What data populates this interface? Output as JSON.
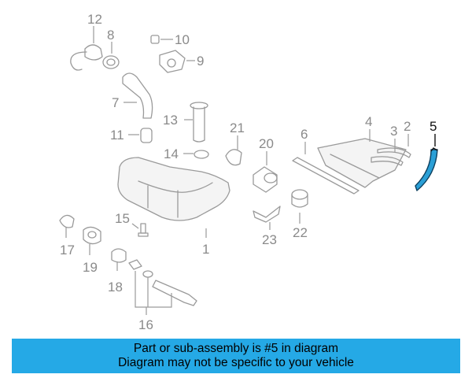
{
  "callouts": [
    {
      "id": "1",
      "text": "1"
    },
    {
      "id": "2",
      "text": "2"
    },
    {
      "id": "3",
      "text": "3"
    },
    {
      "id": "4",
      "text": "4"
    },
    {
      "id": "5",
      "text": "5",
      "highlighted": true
    },
    {
      "id": "6",
      "text": "6"
    },
    {
      "id": "7",
      "text": "7"
    },
    {
      "id": "8",
      "text": "8"
    },
    {
      "id": "9",
      "text": "9"
    },
    {
      "id": "10",
      "text": "10"
    },
    {
      "id": "11",
      "text": "11"
    },
    {
      "id": "12",
      "text": "12"
    },
    {
      "id": "13",
      "text": "13"
    },
    {
      "id": "14",
      "text": "14"
    },
    {
      "id": "15",
      "text": "15"
    },
    {
      "id": "16",
      "text": "16"
    },
    {
      "id": "17",
      "text": "17"
    },
    {
      "id": "18",
      "text": "18"
    },
    {
      "id": "19",
      "text": "19"
    },
    {
      "id": "20",
      "text": "20"
    },
    {
      "id": "21",
      "text": "21"
    },
    {
      "id": "22",
      "text": "22"
    },
    {
      "id": "23",
      "text": "23"
    }
  ],
  "banner": {
    "line1": "Part or sub-assembly is #5 in diagram",
    "line2": "Diagram may not be specific to your vehicle"
  },
  "colors": {
    "banner_bg": "#25a9e6",
    "highlight_part": "#2a9fd6",
    "line_art": "#9a9a9a"
  }
}
